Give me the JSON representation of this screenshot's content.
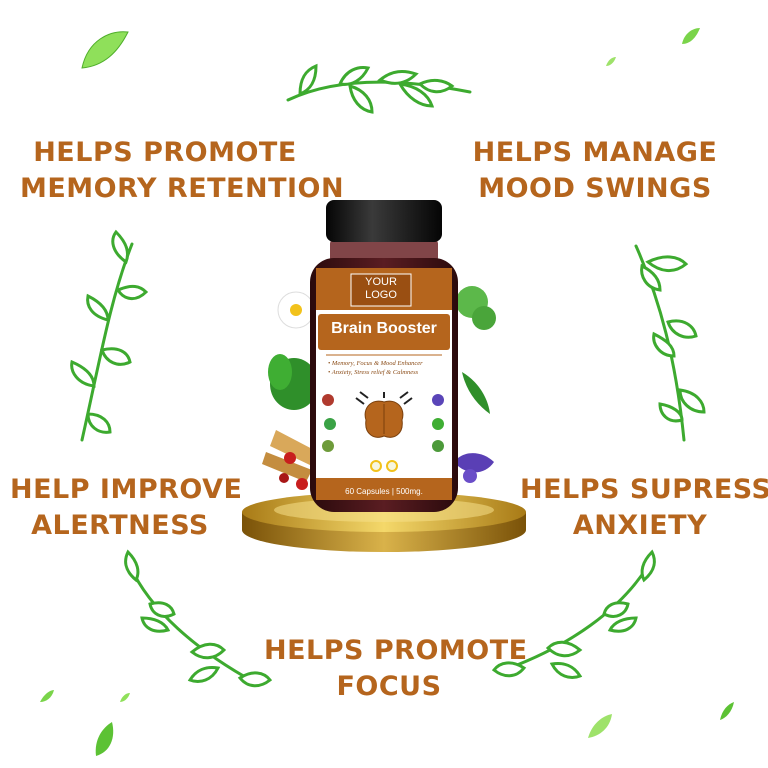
{
  "benefits": {
    "memory": {
      "line1": "HELPS PROMOTE",
      "line2": "MEMORY RETENTION"
    },
    "mood": {
      "line1": "HELPS MANAGE",
      "line2": "MOOD SWINGS"
    },
    "alertness": {
      "line1": "HELP IMPROVE",
      "line2": "ALERTNESS"
    },
    "anxiety": {
      "line1": "HELPS SUPRESS",
      "line2": "ANXIETY"
    },
    "focus": {
      "line1": "HELPS PROMOTE",
      "line2": "FOCUS"
    }
  },
  "product": {
    "logo_line1": "YOUR",
    "logo_line2": "LOGO",
    "name": "Brain Booster",
    "claims": [
      "• Memory, Focus & Mood Enhancer",
      "• Anxiety, Stress relief & Calmness"
    ],
    "pack_info": "60 Capsules | 500mg."
  },
  "colors": {
    "accent": "#b5651d",
    "leaf_green": "#3daa2f",
    "cap_black": "#141414",
    "label_white": "#ffffff",
    "pedestal_gold": "#c9a030"
  },
  "icons": [
    "leaf-icon",
    "vine-icon",
    "brain-icon",
    "flower-icon"
  ]
}
